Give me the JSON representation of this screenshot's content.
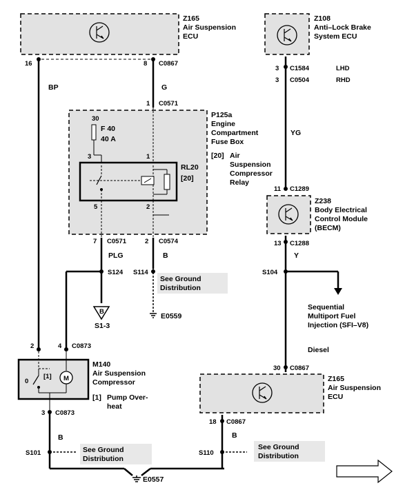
{
  "components": {
    "z165_top": {
      "id": "Z165",
      "lines": [
        "Air Suspension",
        "ECU"
      ]
    },
    "z108": {
      "id": "Z108",
      "lines": [
        "Anti–Lock Brake",
        "System ECU"
      ]
    },
    "p125a": {
      "id": "P125a",
      "lines": [
        "Engine",
        "Compartment",
        "Fuse Box"
      ]
    },
    "relay_desc": {
      "ref": "[20]",
      "lines": [
        "Air",
        "Suspension",
        "Compressor",
        "Relay"
      ]
    },
    "rl20": {
      "id": "RL20",
      "ref": "[20]"
    },
    "fuse": {
      "pin": "30",
      "id": "F 40",
      "rating": "40 A"
    },
    "z238": {
      "id": "Z238",
      "lines": [
        "Body Electrical",
        "Control Module",
        "(BECM)"
      ]
    },
    "m140": {
      "id": "M140",
      "lines": [
        "Air Suspension",
        "Compressor"
      ],
      "note_ref": "[1]",
      "note_lines": [
        "Pump Over-",
        "heat"
      ],
      "switch_ref": "[1]",
      "switch_pin": "0",
      "motor": "M"
    },
    "z165_bottom": {
      "id": "Z165",
      "lines": [
        "Air Suspension",
        "ECU"
      ]
    }
  },
  "connectors": {
    "z165_top_16": "16",
    "z165_top_8": "8",
    "z165_top_conn": "C0867",
    "c0571_1_pin": "1",
    "c0571_1": "C0571",
    "relay_3": "3",
    "relay_1": "1",
    "relay_5": "5",
    "relay_2": "2",
    "c0571_7_pin": "7",
    "c0571_7": "C0571",
    "c0574_2_pin": "2",
    "c0574": "C0574",
    "z108_pin_lhd": "3",
    "c1584": "C1584",
    "lhd": "LHD",
    "z108_pin_rhd": "3",
    "c0504": "C0504",
    "rhd": "RHD",
    "c1289_pin": "11",
    "c1289": "C1289",
    "c1288_pin": "13",
    "c1288": "C1288",
    "m140_pin2": "2",
    "m140_pin4": "4",
    "c0873_top": "C0873",
    "m140_pin3": "3",
    "c0873_bottom": "C0873",
    "z165_bot_30": "30",
    "c0867_30": "C0867",
    "z165_bot_18": "18",
    "c0867_18": "C0867"
  },
  "wires": {
    "bp": "BP",
    "g": "G",
    "yg": "YG",
    "y": "Y",
    "plg": "PLG",
    "b_c0574": "B",
    "b_m140": "B",
    "b_z165": "B"
  },
  "splices": {
    "s124": "S124",
    "s114": "S114",
    "s104": "S104",
    "s101": "S101",
    "s110": "S110"
  },
  "grounds": {
    "e0559": "E0559",
    "e0557": "E0557",
    "s1_3": "S1-3",
    "s1_3_tag": "B"
  },
  "notes": {
    "see_ground_1": [
      "See Ground",
      "Distribution"
    ],
    "see_ground_2": [
      "See Ground",
      "Distribution"
    ],
    "see_ground_3": [
      "See Ground",
      "Distribution"
    ],
    "sfi": [
      "Sequential",
      "Multiport Fuel",
      "Injection (SFI–V8)"
    ],
    "diesel": "Diesel"
  }
}
